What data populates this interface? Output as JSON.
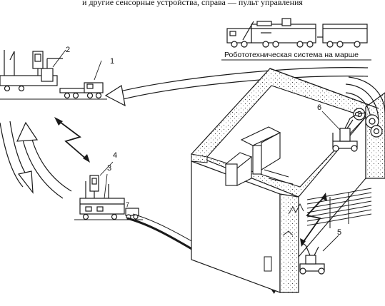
{
  "caption": {
    "top_fragment": "и другие сенсорные устройства, справа — пульт управления"
  },
  "labels": {
    "on_march": "Робототехническая система на марше",
    "n1": "1",
    "n2": "2",
    "n3": "3",
    "n4": "4",
    "n5": "5",
    "n6": "6",
    "n7": "7"
  },
  "colors": {
    "ink": "#1a1a1a",
    "paper": "#ffffff",
    "concrete": "#f4f4f4"
  }
}
